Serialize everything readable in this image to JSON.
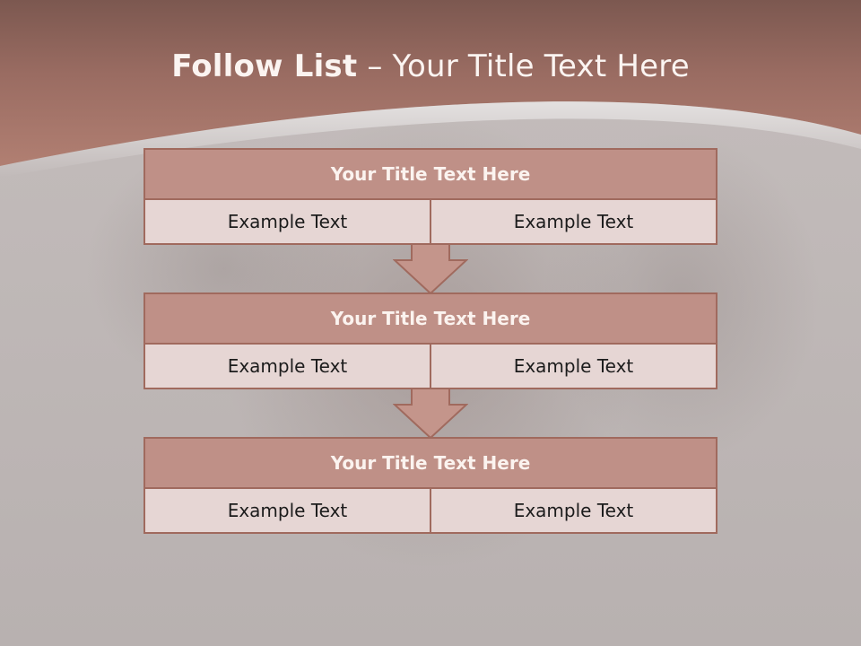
{
  "slide": {
    "title_bold": "Follow List",
    "title_rest": " – Your Title Text Here"
  },
  "blocks": [
    {
      "title": "Your Title Text Here",
      "left": "Example Text",
      "right": "Example Text"
    },
    {
      "title": "Your Title Text Here",
      "left": "Example Text",
      "right": "Example Text"
    },
    {
      "title": "Your Title Text Here",
      "left": "Example Text",
      "right": "Example Text"
    }
  ],
  "colors": {
    "header_band": "#a9776c",
    "block_title_fill": "#bf9087",
    "block_cell_fill": "#e6d6d4",
    "border": "#a06a5e",
    "arrow_fill": "#c4958b"
  }
}
